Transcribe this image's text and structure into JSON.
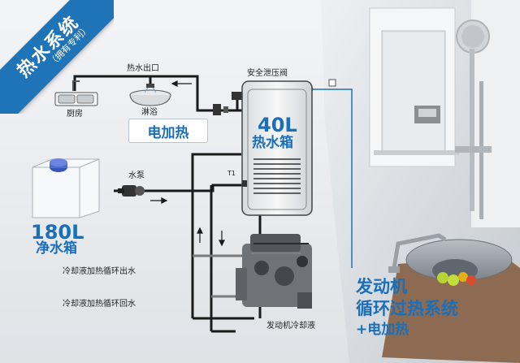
{
  "banner": {
    "title": "热水系统",
    "subtitle": "（拥有专利）"
  },
  "labels": {
    "hot_water_outlet": "热水出口",
    "safety_valve": "安全泄压阀",
    "kitchen": "厨房",
    "shower": "淋浴",
    "electric_heating": "电加热",
    "tank_capacity": "40L",
    "tank_name": "热水箱",
    "pump": "水泵",
    "t1": "T1",
    "clean_tank_capacity": "180L",
    "clean_tank_name": "净水箱",
    "coolant_out": "冷却液加热循环出水",
    "coolant_return": "冷却液加热循环回水",
    "engine_coolant": "发动机冷却液"
  },
  "caption": {
    "line1": "发动机",
    "line2": "循环过热系统",
    "line3": "+电加热"
  },
  "colors": {
    "accent_blue": "#1a6fb8",
    "ribbon_blue": "#1f73b7",
    "pipe": "#1a1a1a"
  }
}
